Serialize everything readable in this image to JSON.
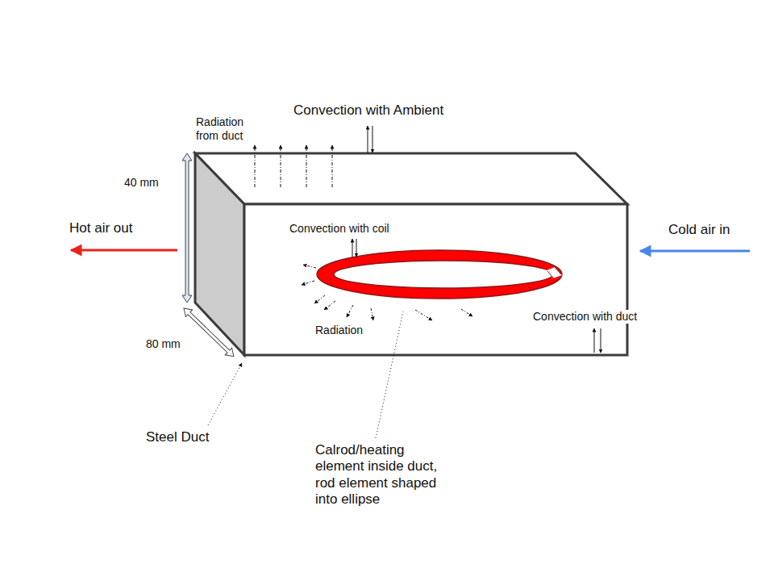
{
  "diagram": {
    "labels": [
      "Radiation from duct",
      "Convection with Ambient",
      "40 mm",
      "Hot air out",
      "Cold air in",
      "Convection with coil",
      "Radiation",
      "Convection with duct",
      "80 mm",
      "Steel Duct",
      "Calrod/heating element inside duct, rod element shaped into ellipse"
    ]
  }
}
